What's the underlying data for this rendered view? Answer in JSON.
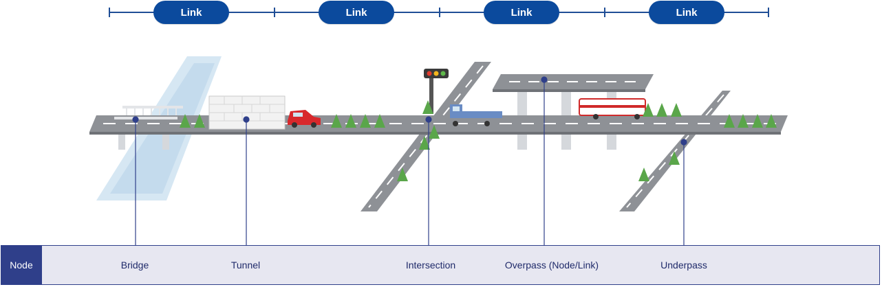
{
  "links": [
    "Link",
    "Link",
    "Link",
    "Link"
  ],
  "node_bar": {
    "title": "Node",
    "items": [
      "Bridge",
      "Tunnel",
      "Intersection",
      "Overpass (Node/Link)",
      "Underpass"
    ]
  },
  "colors": {
    "accent": "#0b4a9d",
    "node_bar_fill": "#e7e7f1",
    "node_tab": "#2f3f8a",
    "road": "#8c8f94",
    "tree": "#5aa64a"
  }
}
